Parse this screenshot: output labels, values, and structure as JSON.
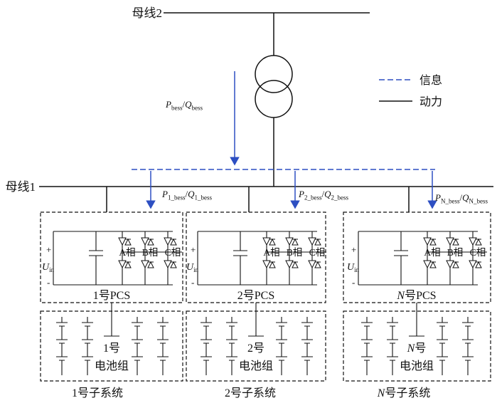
{
  "colors": {
    "power": "#111111",
    "info": "#2d4fc2"
  },
  "bus2": {
    "label": "母线2"
  },
  "bus1": {
    "label": "母线1"
  },
  "legend": {
    "info": "信息",
    "power": "动力"
  },
  "flow_main": {
    "p": "P",
    "p_sub": "bess",
    "slash": "/",
    "q": "Q",
    "q_sub": "bess"
  },
  "flows": [
    {
      "p": "P",
      "p_sub": "1_bess",
      "slash": "/",
      "q": "Q",
      "q_sub": "1_bess"
    },
    {
      "p": "P",
      "p_sub": "2_bess",
      "slash": "/",
      "q": "Q",
      "q_sub": "2_bess"
    },
    {
      "p": "P",
      "p_sub": "N_bess",
      "slash": "/",
      "q": "Q",
      "q_sub": "N_bess"
    }
  ],
  "pcs_units": [
    {
      "plus": "+",
      "minus": "-",
      "u": "U",
      "u_sub": "in",
      "phase_a": "A相",
      "phase_b": "B相",
      "phase_c": "C相",
      "name_pre": "1",
      "name_pre_style": "normal",
      "name_rest": "号PCS"
    },
    {
      "plus": "+",
      "minus": "-",
      "u": "U",
      "u_sub": "in",
      "phase_a": "A相",
      "phase_b": "B相",
      "phase_c": "C相",
      "name_pre": "2",
      "name_pre_style": "normal",
      "name_rest": "号PCS"
    },
    {
      "plus": "+",
      "minus": "-",
      "u": "U",
      "u_sub": "in",
      "phase_a": "A相",
      "phase_b": "B相",
      "phase_c": "C相",
      "name_pre": "N",
      "name_pre_style": "italic",
      "name_rest": "号PCS"
    }
  ],
  "battery_groups": [
    {
      "line1_pre": "1",
      "line1_pre_style": "normal",
      "line1_rest": "号",
      "line2": "电池组"
    },
    {
      "line1_pre": "2",
      "line1_pre_style": "normal",
      "line1_rest": "号",
      "line2": "电池组"
    },
    {
      "line1_pre": "N",
      "line1_pre_style": "italic",
      "line1_rest": "号",
      "line2": "电池组"
    }
  ],
  "subsystems": [
    {
      "pre": "1",
      "pre_style": "normal",
      "rest": "号子系统"
    },
    {
      "pre": "2",
      "pre_style": "normal",
      "rest": "号子系统"
    },
    {
      "pre": "N",
      "pre_style": "italic",
      "rest": "号子系统"
    }
  ]
}
